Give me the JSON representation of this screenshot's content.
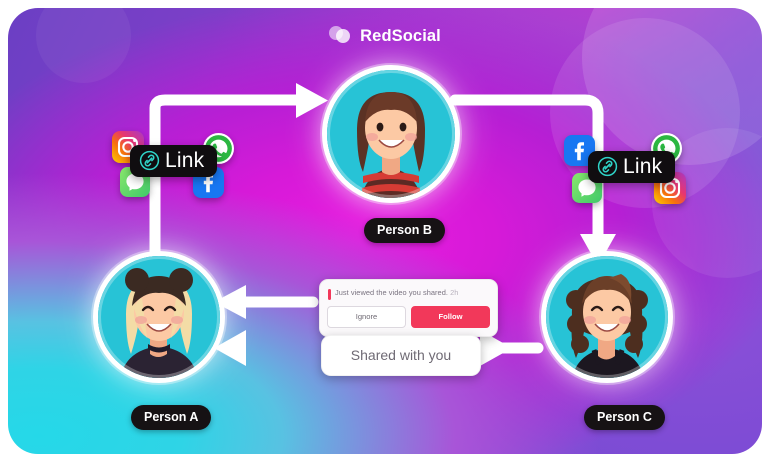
{
  "brand": {
    "name": "RedSocial",
    "logo_icon": "two-overlapping-circles-logo",
    "text_color": "#ffffff"
  },
  "theme": {
    "background_gradient": [
      "#25d8e8",
      "#e81ce0",
      "#8b4fd8",
      "#6b3fc4"
    ],
    "accent_red": "#f2385a",
    "avatar_bg": "#27c3d6",
    "pill_bg": "#161214"
  },
  "people": [
    {
      "id": "person-a",
      "label": "Person A",
      "hair": "blonde-with-two-buns",
      "outfit": "dark-top-with-choker"
    },
    {
      "id": "person-b",
      "label": "Person B",
      "hair": "brown-shoulder-length",
      "outfit": "red-black-striped-shirt"
    },
    {
      "id": "person-c",
      "label": "Person C",
      "hair": "brown-curly",
      "outfit": "black-tank-top"
    }
  ],
  "link_badges": [
    {
      "id": "link-badge-left",
      "label": "Link",
      "icon": "chain-link-icon",
      "social_icons": [
        "instagram-icon",
        "messenger-icon",
        "whatsapp-icon",
        "facebook-icon"
      ]
    },
    {
      "id": "link-badge-right",
      "label": "Link",
      "icon": "chain-link-icon",
      "social_icons": [
        "facebook-icon",
        "messenger-icon",
        "whatsapp-icon",
        "instagram-icon"
      ]
    }
  ],
  "notification_card": {
    "message": "Just viewed the video you shared.",
    "timestamp": "2h",
    "ignore_label": "Ignore",
    "follow_label": "Follow"
  },
  "shared_card": {
    "label": "Shared with you"
  },
  "flow": {
    "arrows": [
      {
        "from": "person-a",
        "to": "person-b",
        "direction": "right"
      },
      {
        "from": "person-b",
        "to": "person-c",
        "direction": "down"
      },
      {
        "from": "person-c",
        "to": "shared-card",
        "direction": "left"
      },
      {
        "from": "notification-card",
        "to": "person-a",
        "direction": "left"
      }
    ]
  }
}
